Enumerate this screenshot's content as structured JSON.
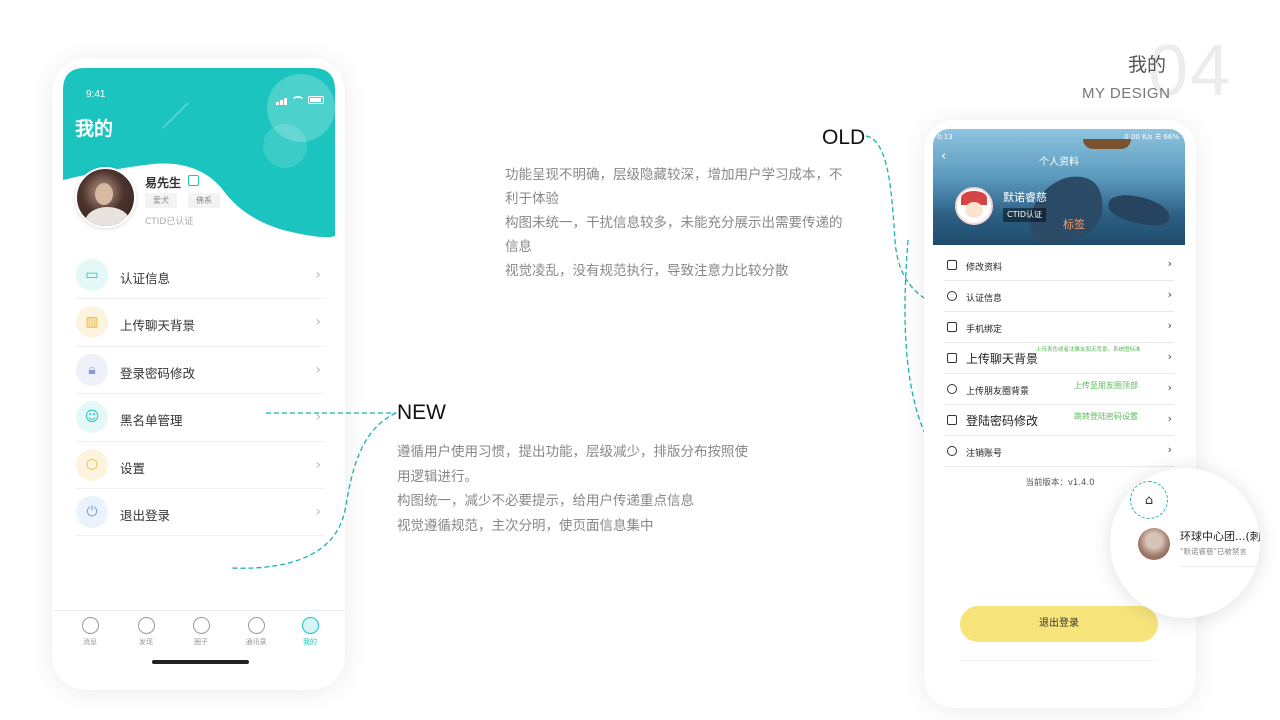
{
  "header": {
    "number": "04",
    "title_cn": "我的",
    "title_en": "MY  DESIGN"
  },
  "new_phone": {
    "status_time": "9:41",
    "page_title": "我的",
    "user": {
      "name": "易先生",
      "tags": [
        "爱犬",
        "佛系"
      ],
      "ctid": "CTID已认证"
    },
    "menu": [
      {
        "label": "认证信息",
        "icon": "id-card-icon",
        "glyph": "▭",
        "color": "#1bc4be",
        "bg": "#e4f8f7"
      },
      {
        "label": "上传聊天背景",
        "icon": "image-icon",
        "glyph": "▨",
        "color": "#f5b731",
        "bg": "#fdf4e0"
      },
      {
        "label": "登录密码修改",
        "icon": "lock-icon",
        "glyph": "🔒︎",
        "color": "#8a9ad6",
        "bg": "#eef0fa"
      },
      {
        "label": "黑名单管理",
        "icon": "user-block-icon",
        "glyph": "☺",
        "color": "#1bc4be",
        "bg": "#e4f8f7"
      },
      {
        "label": "设置",
        "icon": "hexagon-settings-icon",
        "glyph": "⬡",
        "color": "#f5b731",
        "bg": "#fdf4e0"
      },
      {
        "label": "退出登录",
        "icon": "power-icon",
        "glyph": "⏻",
        "color": "#6aa3e6",
        "bg": "#eaf2fc"
      }
    ],
    "tabs": [
      {
        "label": "消息",
        "icon": "message-icon"
      },
      {
        "label": "发现",
        "icon": "compass-icon"
      },
      {
        "label": "圈子",
        "icon": "cube-icon"
      },
      {
        "label": "通讯录",
        "icon": "contacts-icon"
      },
      {
        "label": "我的",
        "icon": "profile-icon",
        "active": true
      }
    ],
    "accent": "#1bc4be"
  },
  "annotations": {
    "old_label": "OLD",
    "new_label": "NEW",
    "old_desc": [
      "功能呈现不明确，层级隐藏较深，增加用户学习成本，不",
      "利于体验",
      "构图未统一，干扰信息较多，未能充分展示出需要传递的",
      "信息",
      "视觉凌乱，没有规范执行，导致注意力比较分散"
    ],
    "new_desc": [
      "遵循用户使用习惯，提出功能，层级减少，排版分布按照使",
      "用逻辑进行。",
      "构图统一，减少不必要提示，给用户传递重点信息",
      "视觉遵循规范，主次分明，使页面信息集中"
    ]
  },
  "old_phone": {
    "status_left": "0:13",
    "status_right": "0.00 K/s ☰ 66%",
    "page_title": "个人资料",
    "user_name": "默诺睿慈",
    "badge": "CTID认证",
    "tag_text": "标签",
    "menu": [
      {
        "label": "修改资料",
        "big": false,
        "note": ""
      },
      {
        "label": "认证信息",
        "big": false,
        "note": ""
      },
      {
        "label": "手机绑定",
        "big": false,
        "note": ""
      },
      {
        "label": "上传聊天背景",
        "big": true,
        "note": "上传表色或者沈雅友朋天背景。系统图标准"
      },
      {
        "label": "上传朋友圈背景",
        "big": false,
        "note": "上传至朋友圈顶部"
      },
      {
        "label": "登陆密码修改",
        "big": true,
        "note": "跳转登陆密码设置"
      },
      {
        "label": "注销账号",
        "big": false,
        "note": ""
      }
    ],
    "version": "当前版本：v1.4.0",
    "logout": "退出登录"
  },
  "notification": {
    "title": "环球中心团...(刺",
    "subtitle": "\"默诺睿慈\"已被禁言"
  }
}
